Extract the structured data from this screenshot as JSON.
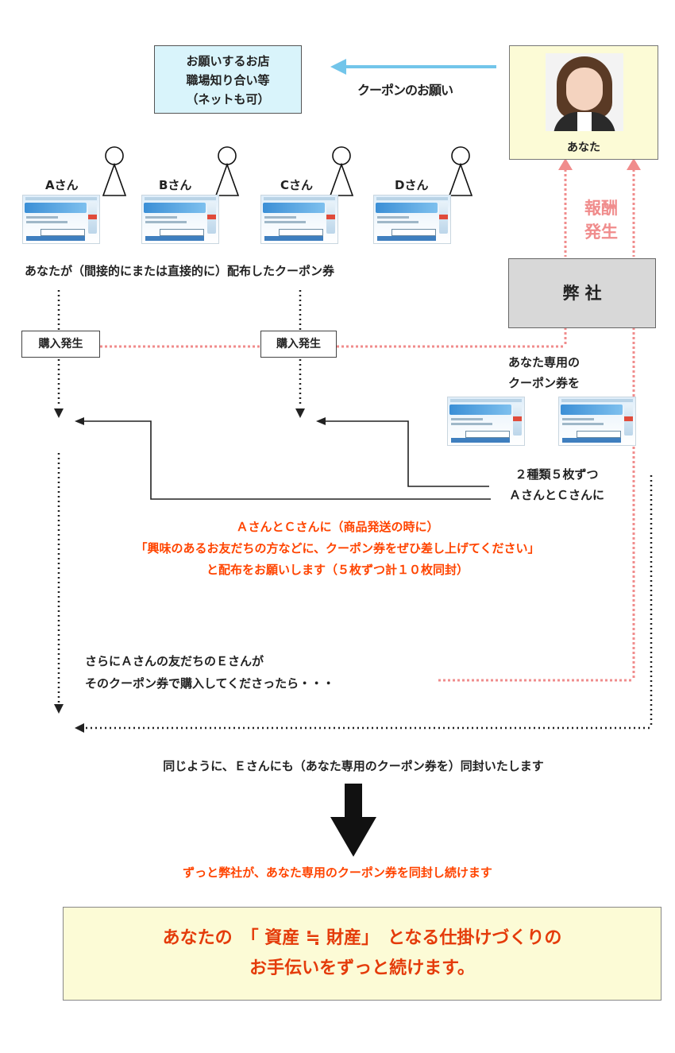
{
  "top_left_box": {
    "lines": [
      "お願いするお店",
      "職場知り合い等",
      "（ネットも可）"
    ]
  },
  "request_label": "クーポンのお願い",
  "you_label": "あなた",
  "reward_label_lines": [
    "報酬",
    "発生"
  ],
  "company_label": "弊 社",
  "persons": [
    "Aさん",
    "Bさん",
    "Cさん",
    "Dさん"
  ],
  "distributed_caption": "あなたが（間接的にまたは直接的に）配布したクーポン券",
  "purchase_label": "購入発生",
  "dedicated_coupon_lines": [
    "あなた専用の",
    "クーポン券を"
  ],
  "send_lines": [
    "２種類５枚ずつ",
    "ＡさんとＣさんに"
  ],
  "red_request_lines": [
    "ＡさんとＣさんに（商品発送の時に）",
    "「興味のあるお友だちの方などに、クーポン券をぜひ差し上げてください」",
    "と配布をお願いします（５枚ずつ計１０枚同封）"
  ],
  "e_lines": [
    "さらにＡさんの友だちのＥさんが",
    "そのクーポン券で購入してくださったら・・・"
  ],
  "same_caption": "同じように、Ｅさんにも（あなた専用のクーポン券を）同封いたします",
  "continue_caption": "ずっと弊社が、あなた専用のクーポン券を同封し続けます",
  "bottom_box": {
    "line1": "あなたの　「 資産 ≒ 財産」　となる仕掛けづくりの",
    "line2": "お手伝いをずっと続けます。"
  },
  "colors": {
    "top_box_bg": "#d9f4fb",
    "you_box_bg": "#fcfbd6",
    "company_bg": "#d8d8d8",
    "bottom_box_bg": "#fcfbd6",
    "request_arrow": "#72c5ea",
    "pink_dotted": "#f08c8c",
    "red_text": "#ff4400",
    "dark_red_text": "#e43b0a"
  }
}
